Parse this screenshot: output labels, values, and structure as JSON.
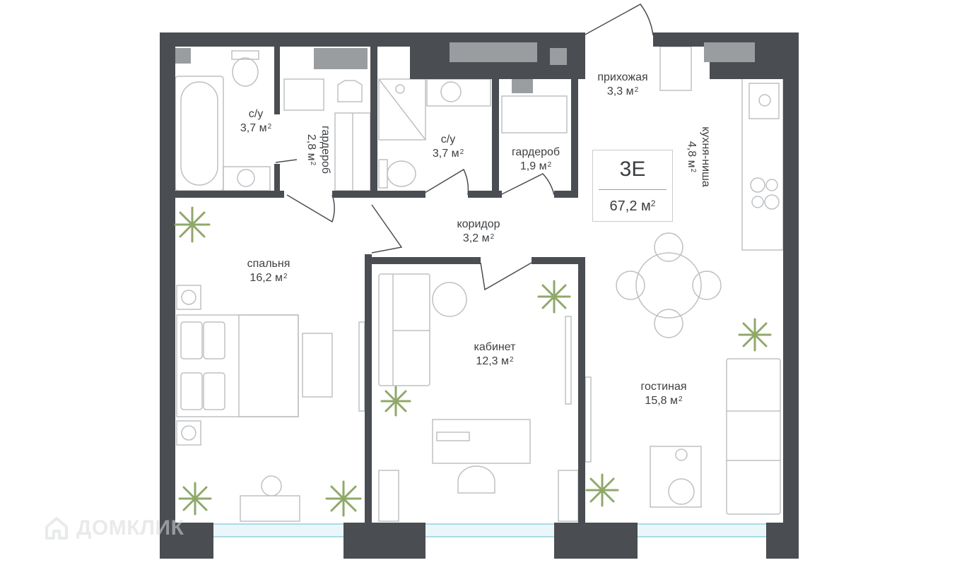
{
  "apartment": {
    "code": "3Е",
    "total_area": "67,2 м",
    "sup": "2"
  },
  "rooms": [
    {
      "id": "bath1",
      "name": "с/у",
      "area": "3,7 м",
      "sup": "2"
    },
    {
      "id": "ward1",
      "name": "гардероб",
      "area": "2,8 м",
      "sup": "2"
    },
    {
      "id": "bath2",
      "name": "с/у",
      "area": "3,7 м",
      "sup": "2"
    },
    {
      "id": "ward2",
      "name": "гардероб",
      "area": "1,9 м",
      "sup": "2"
    },
    {
      "id": "hall",
      "name": "прихожая",
      "area": "3,3 м",
      "sup": "2"
    },
    {
      "id": "kitchen",
      "name": "кухня-ниша",
      "area": "4,8 м",
      "sup": "2"
    },
    {
      "id": "corridor",
      "name": "коридор",
      "area": "3,2 м",
      "sup": "2"
    },
    {
      "id": "bedroom",
      "name": "спальня",
      "area": "16,2 м",
      "sup": "2"
    },
    {
      "id": "study",
      "name": "кабинет",
      "area": "12,3 м",
      "sup": "2"
    },
    {
      "id": "living",
      "name": "гостиная",
      "area": "15,8 м",
      "sup": "2"
    }
  ],
  "watermark": {
    "text": "ДОМКЛИК",
    "icon": "house-logo-icon"
  },
  "colors": {
    "wall": "#4a4d51",
    "glass": "#a9dce7",
    "plant": "#8fa86a",
    "furniture": "#b9bcbf"
  }
}
